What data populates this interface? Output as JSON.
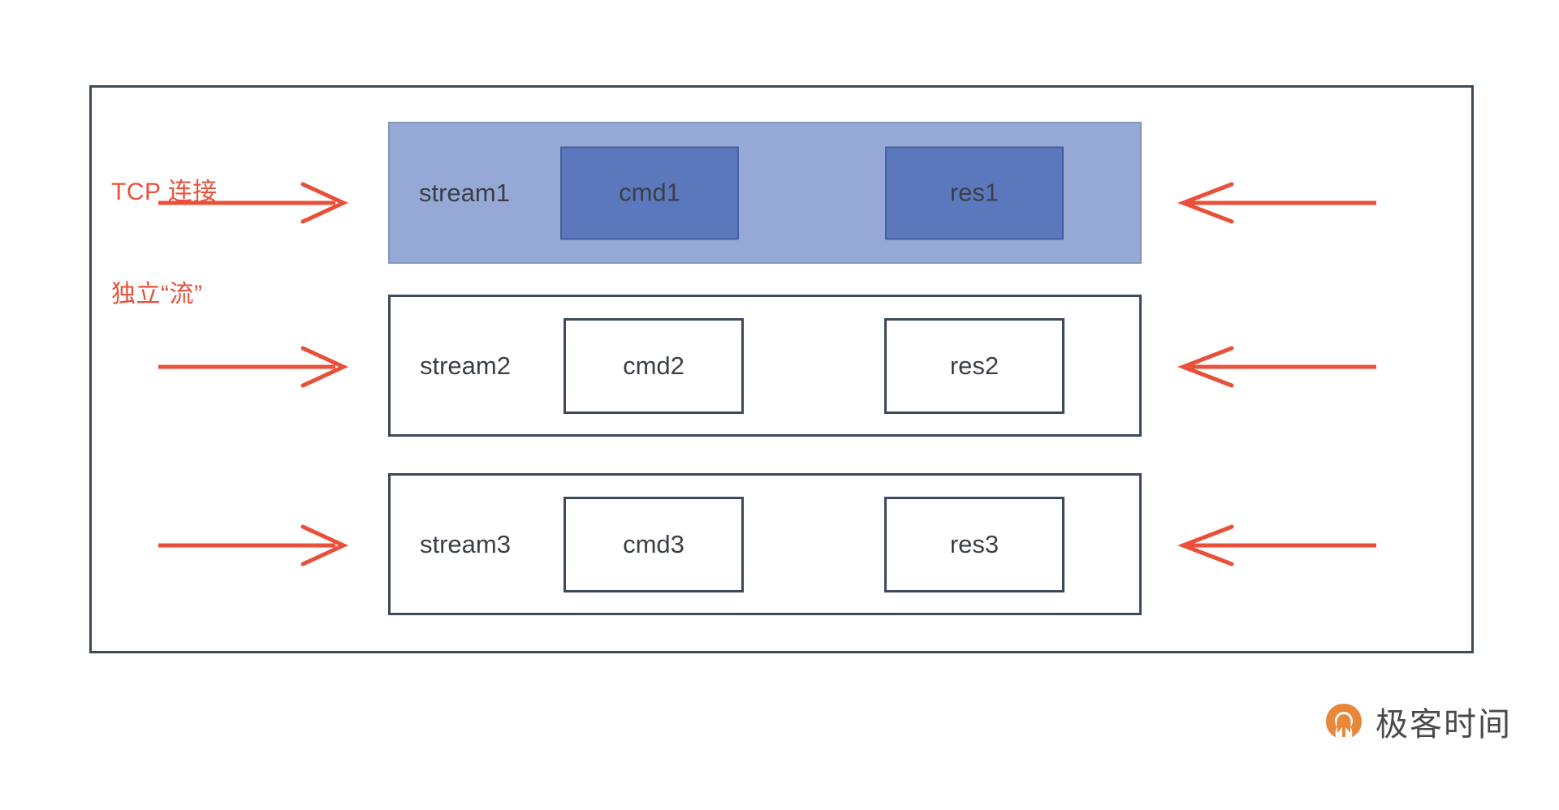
{
  "diagram": {
    "title_annotation": {
      "line1": "TCP 连接",
      "line2": "独立“流”",
      "color": "#e8503a"
    },
    "outer_frame_name": "tcp-connection-frame",
    "colors": {
      "frame_border": "#3d4a5c",
      "highlight_fill": "#96a8d5",
      "highlight_inner_fill": "#5b78bd",
      "arrow": "#e8503a",
      "text": "#3a3f45"
    },
    "streams": [
      {
        "label": "stream1",
        "highlighted": true,
        "cmd": "cmd1",
        "res": "res1",
        "in_arrow": "arrow-right",
        "out_arrow": "arrow-left"
      },
      {
        "label": "stream2",
        "highlighted": false,
        "cmd": "cmd2",
        "res": "res2",
        "in_arrow": "arrow-right",
        "out_arrow": "arrow-left"
      },
      {
        "label": "stream3",
        "highlighted": false,
        "cmd": "cmd3",
        "res": "res3",
        "in_arrow": "arrow-right",
        "out_arrow": "arrow-left"
      }
    ]
  },
  "watermark": {
    "text": "极客时间",
    "logo_name": "geektime-logo-icon",
    "logo_color": "#e8873a"
  }
}
